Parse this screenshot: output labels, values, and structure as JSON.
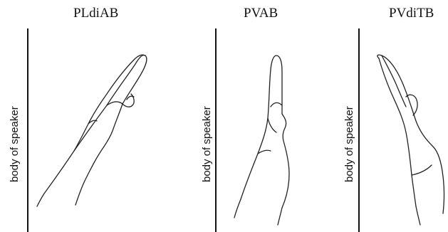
{
  "panels": [
    {
      "title": "PLdiAB",
      "side_label": "body of speaker"
    },
    {
      "title": "PVAB",
      "side_label": "body of speaker"
    },
    {
      "title": "PVdiTB",
      "side_label": "body of speaker"
    }
  ]
}
